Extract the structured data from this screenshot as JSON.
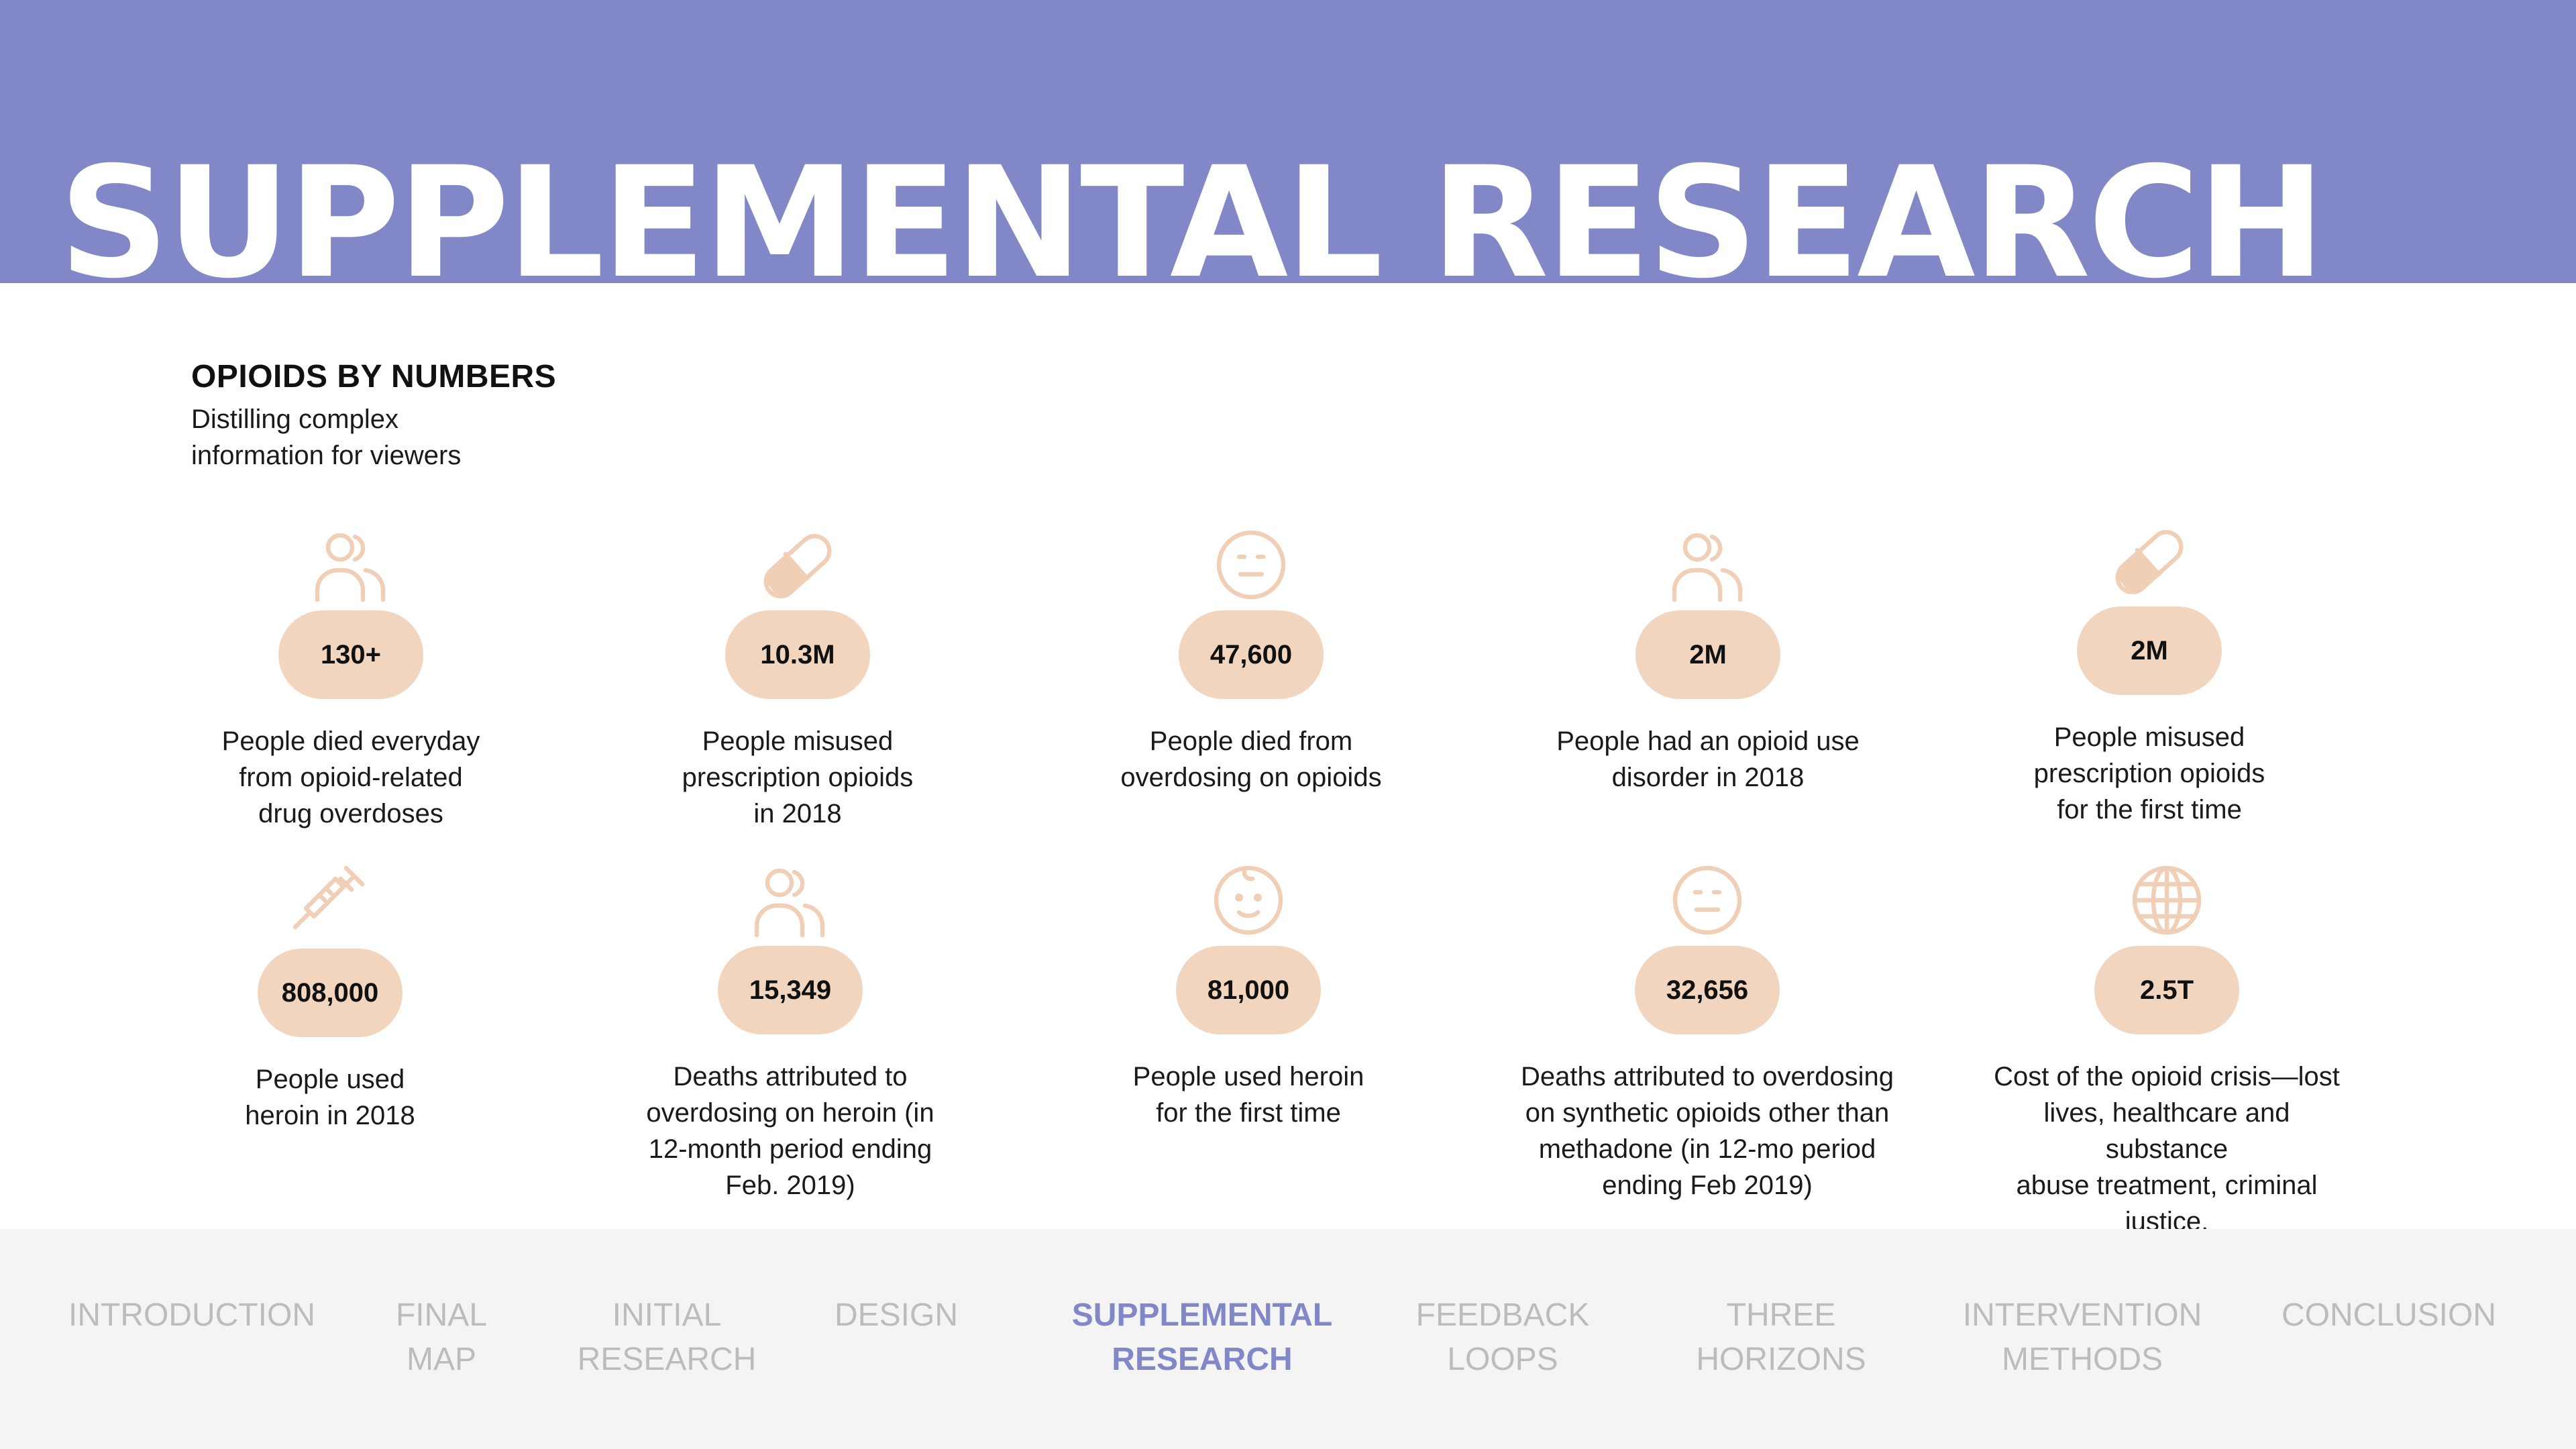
{
  "header": {
    "title": "SUPPLEMENTAL RESEARCH"
  },
  "section": {
    "heading": "OPIOIDS BY NUMBERS",
    "subtitle": "Distilling complex\ninformation for viewers"
  },
  "colors": {
    "accent": "#8287c7",
    "pill": "#f2d5bf",
    "icon": "#f0cfb6",
    "nav_inactive": "#bcbcbc"
  },
  "stats_row1": [
    {
      "icon": "people-icon",
      "value": "130+",
      "description": "People died everyday\nfrom opioid-related\ndrug overdoses"
    },
    {
      "icon": "pill-icon",
      "value": "10.3M",
      "description": "People misused\nprescription opioids\nin 2018"
    },
    {
      "icon": "neutral-face-icon",
      "value": "47,600",
      "description": "People died from\noverdosing on opioids"
    },
    {
      "icon": "people-icon",
      "value": "2M",
      "description": "People had an opioid use\ndisorder in 2018"
    },
    {
      "icon": "pill-icon",
      "value": "2M",
      "description": "People misused\nprescription opioids\nfor the first time"
    }
  ],
  "stats_row2": [
    {
      "icon": "syringe-icon",
      "value": "808,000",
      "description": "People used\nheroin in 2018"
    },
    {
      "icon": "people-icon",
      "value": "15,349",
      "description": "Deaths attributed to\noverdosing on heroin (in\n12-month period ending\nFeb. 2019)"
    },
    {
      "icon": "baby-face-icon",
      "value": "81,000",
      "description": "People used heroin\nfor the first time"
    },
    {
      "icon": "neutral-face-icon",
      "value": "32,656",
      "description": "Deaths attributed to overdosing\non synthetic opioids other than\nmethadone (in 12-mo period\nending Feb 2019)"
    },
    {
      "icon": "globe-icon",
      "value": "2.5T",
      "description": "Cost of the opioid crisis—lost\nlives,  healthcare and substance\nabuse treatment, criminal justice,\nand reductions in productivity"
    }
  ],
  "nav": [
    {
      "label": "INTRODUCTION",
      "active": false
    },
    {
      "label": "FINAL\nMAP",
      "active": false
    },
    {
      "label": "INITIAL\nRESEARCH",
      "active": false
    },
    {
      "label": "DESIGN",
      "active": false
    },
    {
      "label": "SUPPLEMENTAL\nRESEARCH",
      "active": true
    },
    {
      "label": "FEEDBACK\nLOOPS",
      "active": false
    },
    {
      "label": "THREE\nHORIZONS",
      "active": false
    },
    {
      "label": "INTERVENTION\nMETHODS",
      "active": false
    },
    {
      "label": "CONCLUSION",
      "active": false
    }
  ]
}
